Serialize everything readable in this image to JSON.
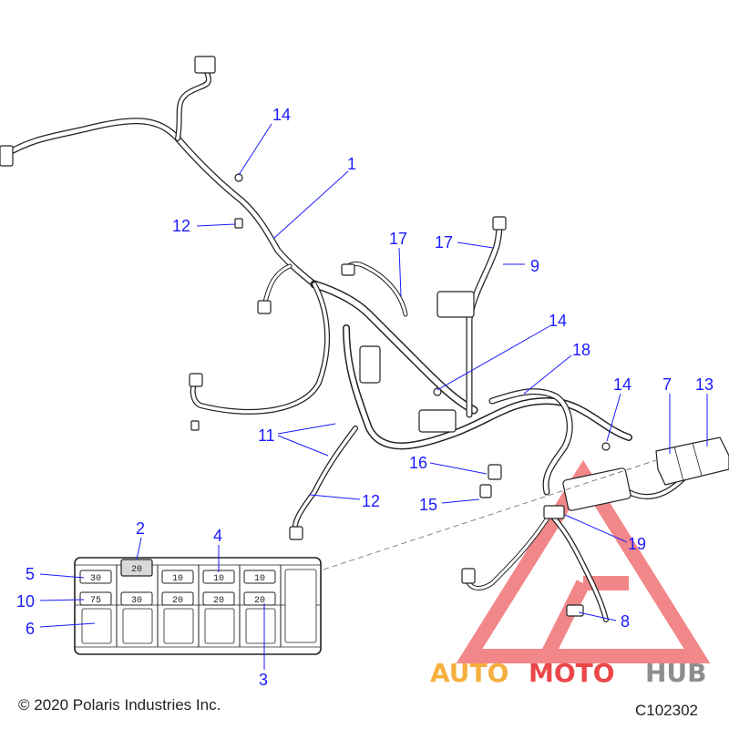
{
  "diagram": {
    "callouts": {
      "c1": "1",
      "c2": "2",
      "c3": "3",
      "c4": "4",
      "c5": "5",
      "c6": "6",
      "c7": "7",
      "c8": "8",
      "c9": "9",
      "c10": "10",
      "c11": "11",
      "c12a": "12",
      "c12b": "12",
      "c13": "13",
      "c14a": "14",
      "c14b": "14",
      "c14c": "14",
      "c15": "15",
      "c16": "16",
      "c17a": "17",
      "c17b": "17",
      "c18": "18",
      "c19": "19"
    },
    "fuse_box": {
      "top_row": [
        "30",
        "20",
        "10",
        "10",
        "10"
      ],
      "bottom_row": [
        "75",
        "30",
        "20",
        "20",
        "20"
      ]
    },
    "footer": {
      "copyright": "© 2020 Polaris Industries Inc.",
      "code": "C102302"
    },
    "watermark": {
      "part1": "AUTO",
      "part2": "MOTO",
      "part3": "HUB",
      "colors": {
        "red": "#e8262a",
        "orange": "#f4a21d",
        "gray": "#7a7a7a"
      }
    },
    "colors": {
      "callout": "#1a1aff",
      "line": "#222222"
    }
  }
}
